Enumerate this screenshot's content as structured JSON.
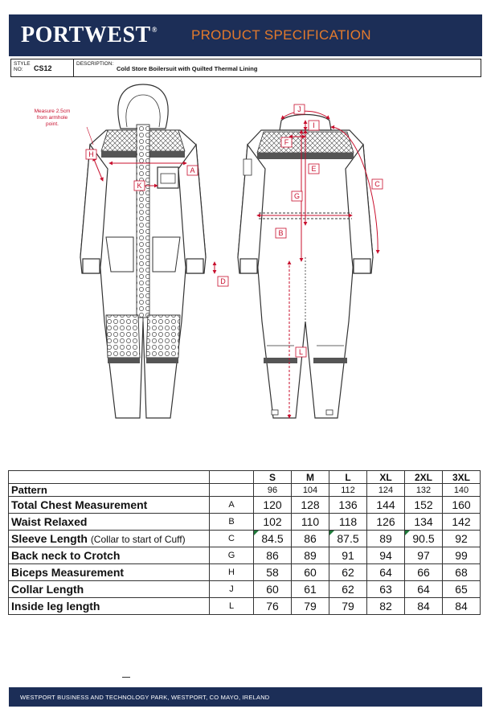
{
  "header": {
    "logo": "PORTWEST",
    "logo_mark": "®",
    "title": "PRODUCT SPECIFICATION"
  },
  "style": {
    "label": "STYLE NO:",
    "value": "CS12"
  },
  "description": {
    "label": "DESCRIPTION:",
    "value": "Cold Store Boilersuit with Quilted Thermal Lining"
  },
  "diagram": {
    "note": [
      "Measure 2.5cm",
      "from armhole",
      "point."
    ],
    "markers": [
      "A",
      "B",
      "C",
      "D",
      "E",
      "F",
      "G",
      "H",
      "I",
      "J",
      "K",
      "L"
    ],
    "accent_color": "#c8102e"
  },
  "table": {
    "sizes": [
      "S",
      "M",
      "L",
      "XL",
      "2XL",
      "3XL"
    ],
    "pattern": {
      "label": "Pattern",
      "values": [
        "96",
        "104",
        "112",
        "124",
        "132",
        "140"
      ]
    },
    "rows": [
      {
        "label": "Total Chest Measurement",
        "note": "",
        "code": "A",
        "values": [
          "120",
          "128",
          "136",
          "144",
          "152",
          "160"
        ]
      },
      {
        "label": "Waist Relaxed",
        "note": "",
        "code": "B",
        "values": [
          "102",
          "110",
          "118",
          "126",
          "134",
          "142"
        ]
      },
      {
        "label": "Sleeve Length",
        "note": "(Collar to start of Cuff)",
        "code": "C",
        "values": [
          "84.5",
          "86",
          "87.5",
          "89",
          "90.5",
          "92"
        ]
      },
      {
        "label": "Back neck to Crotch",
        "note": "",
        "code": "G",
        "values": [
          "86",
          "89",
          "91",
          "94",
          "97",
          "99"
        ]
      },
      {
        "label": "Biceps Measurement",
        "note": "",
        "code": "H",
        "values": [
          "58",
          "60",
          "62",
          "64",
          "66",
          "68"
        ]
      },
      {
        "label": "Collar Length",
        "note": "",
        "code": "J",
        "values": [
          "60",
          "61",
          "62",
          "63",
          "64",
          "65"
        ]
      },
      {
        "label": "Inside leg length",
        "note": "",
        "code": "L",
        "values": [
          "76",
          "79",
          "79",
          "82",
          "84",
          "84"
        ]
      }
    ]
  },
  "footer": {
    "address": "WESTPORT BUSINESS AND TECHNOLOGY PARK, WESTPORT, CO MAYO, IRELAND"
  },
  "colors": {
    "navy": "#1c2e57",
    "orange": "#e37a2c",
    "red": "#c8102e",
    "tick_green": "#1f7a3a"
  }
}
